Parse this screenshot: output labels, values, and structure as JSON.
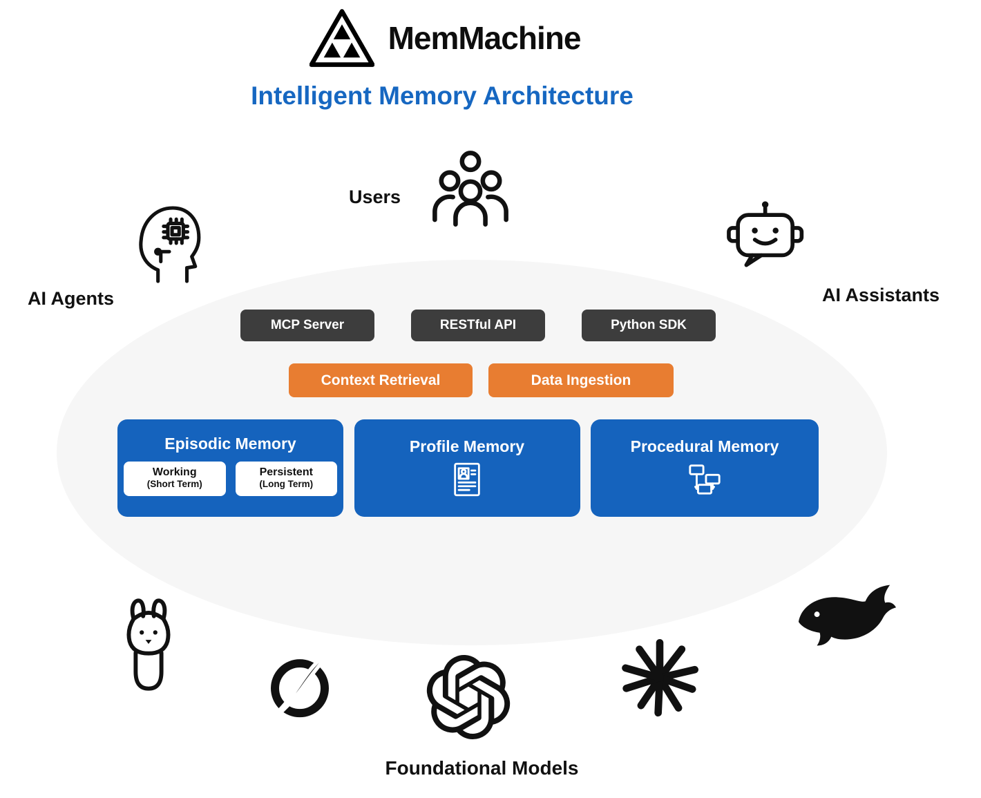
{
  "header": {
    "brand": "MemMachine",
    "subtitle": "Intelligent Memory Architecture"
  },
  "actors": {
    "users": {
      "label": "Users",
      "icon": "users-group-icon"
    },
    "ai_agents": {
      "label": "AI Agents",
      "icon": "ai-head-circuit-icon"
    },
    "ai_assistants": {
      "label": "AI Assistants",
      "icon": "robot-chat-icon"
    }
  },
  "interface_buttons": [
    {
      "label": "MCP Server"
    },
    {
      "label": "RESTful API"
    },
    {
      "label": "Python SDK"
    }
  ],
  "operation_buttons": [
    {
      "label": "Context Retrieval"
    },
    {
      "label": "Data Ingestion"
    }
  ],
  "memory_cards": [
    {
      "title": "Episodic Memory",
      "sub_boxes": [
        {
          "name": "Working",
          "term": "(Short Term)"
        },
        {
          "name": "Persistent",
          "term": "(Long Term)"
        }
      ]
    },
    {
      "title": "Profile Memory",
      "icon": "profile-document-icon"
    },
    {
      "title": "Procedural Memory",
      "icon": "flowchart-icon"
    }
  ],
  "foundational_models": {
    "label": "Foundational Models",
    "logos": [
      {
        "icon": "llama-logo"
      },
      {
        "icon": "compass-logo"
      },
      {
        "icon": "openai-logo"
      },
      {
        "icon": "starburst-logo"
      },
      {
        "icon": "whale-logo"
      }
    ]
  },
  "colors": {
    "title_blue": "#1667c1",
    "dark_button": "#3d3d3d",
    "orange_button": "#e87d31",
    "memory_blue": "#1563bd",
    "ellipse_gray": "#f6f6f6"
  }
}
